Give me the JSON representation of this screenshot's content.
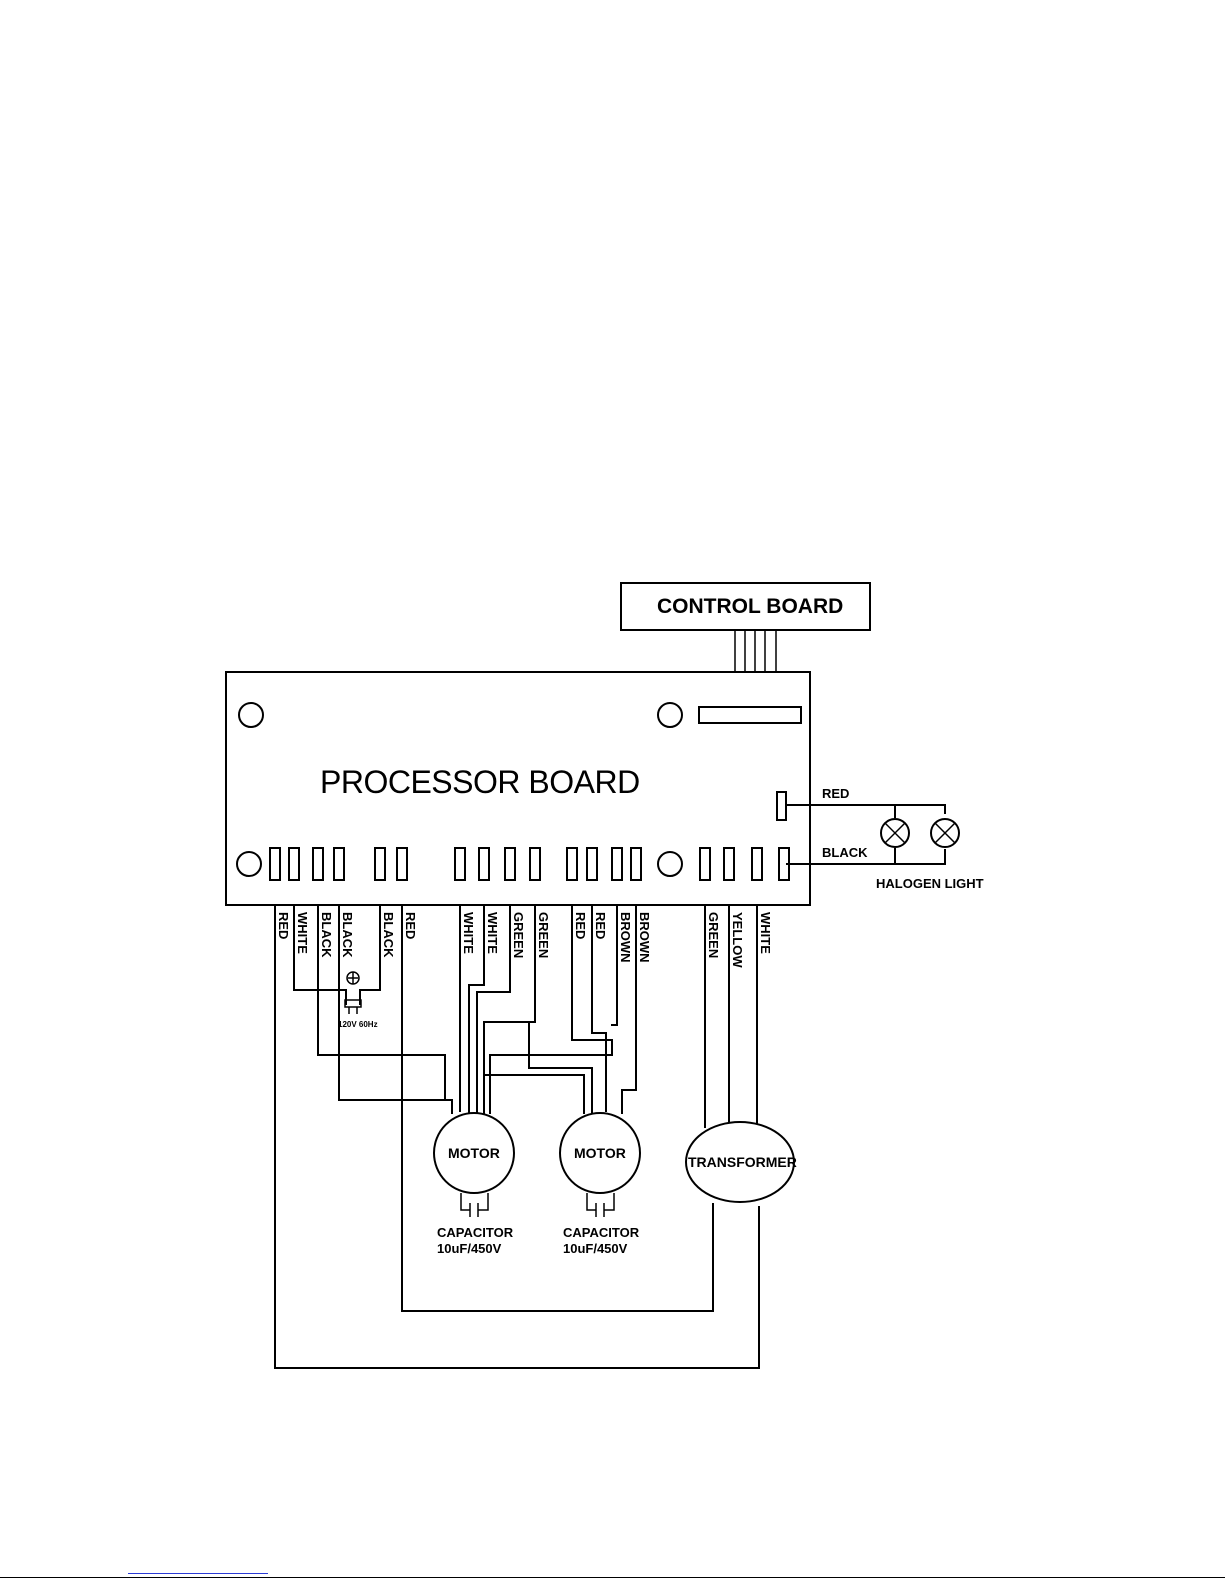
{
  "control_board": {
    "label": "CONTROL BOARD"
  },
  "processor_board": {
    "label": "PROCESSOR BOARD"
  },
  "wire_labels": [
    "RED",
    "WHITE",
    "BLACK",
    "BLACK",
    "BLACK",
    "RED",
    "WHITE",
    "WHITE",
    "GREEN",
    "GREEN",
    "RED",
    "RED",
    "BROWN",
    "BROWN",
    "GREEN",
    "YELLOW",
    "WHITE"
  ],
  "power_supply": {
    "label": "120V 60Hz"
  },
  "motors": [
    {
      "label": "MOTOR",
      "capacitor_label": "CAPACITOR",
      "capacitor_rating": "10uF/450V"
    },
    {
      "label": "MOTOR",
      "capacitor_label": "CAPACITOR",
      "capacitor_rating": "10uF/450V"
    }
  ],
  "transformer": {
    "label": "TRANSFORMER"
  },
  "halogen": {
    "label": "HALOGEN LIGHT",
    "wire_top": "RED",
    "wire_bottom": "BLACK"
  }
}
